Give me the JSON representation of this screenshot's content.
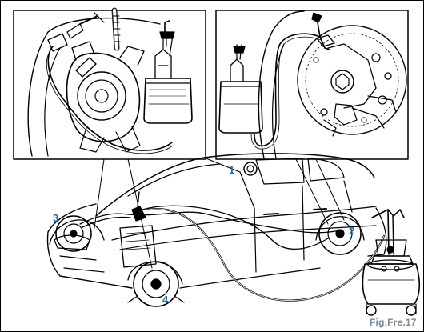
{
  "callouts": {
    "c1": "1",
    "c2": "2",
    "c3": "3",
    "c4": "4"
  },
  "figure_label": "Fig.Fre.17",
  "colors": {
    "line": "#000000",
    "callout": "#1a6fb4",
    "label": "#7d8a99",
    "background": "#ffffff"
  }
}
